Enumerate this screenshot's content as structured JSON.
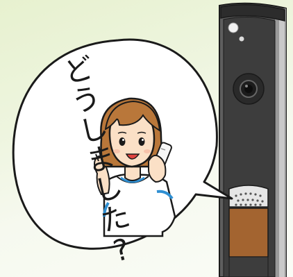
{
  "speech_bubble": {
    "text": "どうしました?"
  },
  "colors": {
    "background_top": "#e7f1cf",
    "bubble_fill": "#ffffff",
    "outline": "#1a1a1a",
    "hair": "#b9773a",
    "skin": "#fbe0c6",
    "uniform": "#ffffff",
    "uniform_trim": "#2f8fd2",
    "phone": "#f7f7f7",
    "intercom_body": "#5a5a5a",
    "intercom_panel": "#a36430",
    "intercom_speaker": "#e8e8e8"
  },
  "icons": {
    "character": "nurse-on-phone-illustration",
    "device": "intercom-panel-illustration",
    "camera": "camera-lens-icon",
    "speaker": "speaker-grille-icon"
  }
}
